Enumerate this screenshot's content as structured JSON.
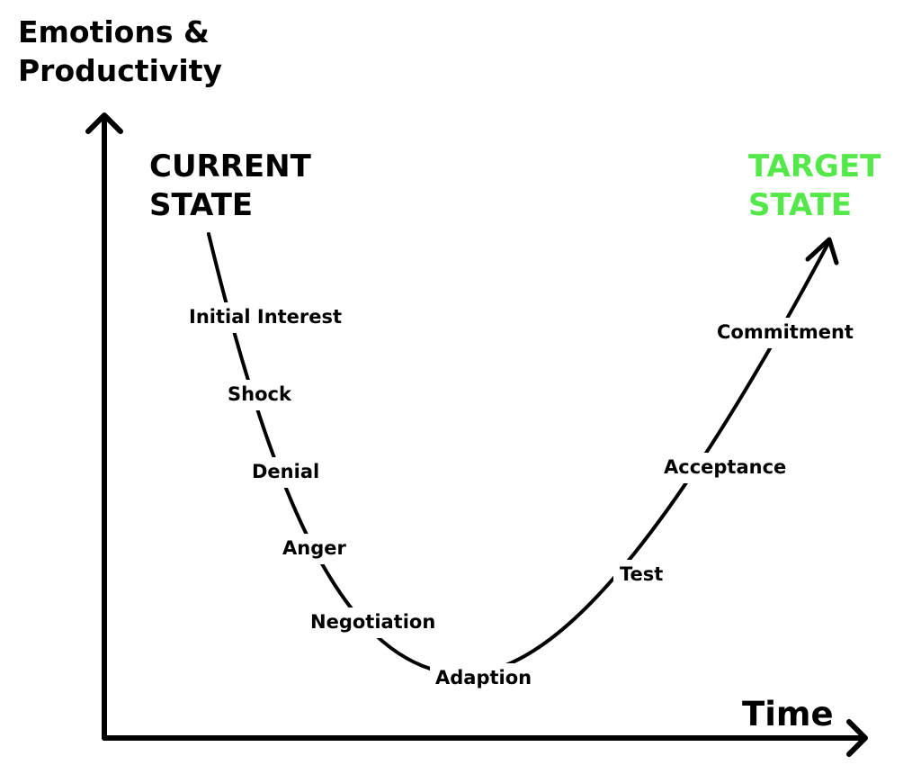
{
  "y_axis_title": [
    "Emotions &",
    "Productivity"
  ],
  "x_axis_title": "Time",
  "current_state": [
    "CURRENT",
    "STATE"
  ],
  "target_state": [
    "TARGET",
    "STATE"
  ],
  "stages": [
    "Initial Interest",
    "Shock",
    "Denial",
    "Anger",
    "Negotiation",
    "Adaption",
    "Test",
    "Acceptance",
    "Commitment"
  ],
  "colors": {
    "line": "#000000",
    "target_accent": "#55e84a"
  },
  "icons": [
    "y-axis-arrow-icon",
    "x-axis-arrow-icon",
    "curve-end-arrow-icon"
  ]
}
